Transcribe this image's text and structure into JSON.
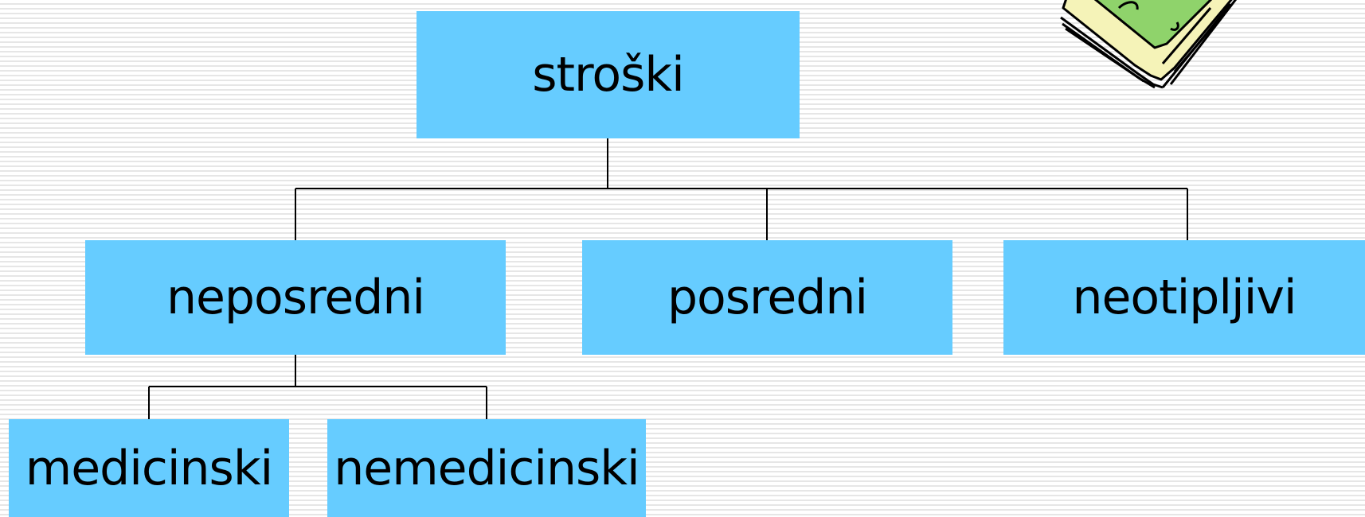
{
  "diagram": {
    "root": {
      "label": "stroški"
    },
    "level1": [
      {
        "label": "neposredni"
      },
      {
        "label": "posredni"
      },
      {
        "label": "neotipljivi"
      }
    ],
    "level2": [
      {
        "label": "medicinski"
      },
      {
        "label": "nemedicinski"
      }
    ],
    "edges": [
      [
        "stroški",
        "neposredni"
      ],
      [
        "stroški",
        "posredni"
      ],
      [
        "stroški",
        "neotipljivi"
      ],
      [
        "neposredni",
        "medicinski"
      ],
      [
        "neposredni",
        "nemedicinski"
      ]
    ]
  },
  "colors": {
    "node_fill": "#66ccff",
    "connector": "#000000",
    "background_stripe": "#e6e6e6"
  },
  "icons": {
    "clipart": "money-stack-icon"
  }
}
